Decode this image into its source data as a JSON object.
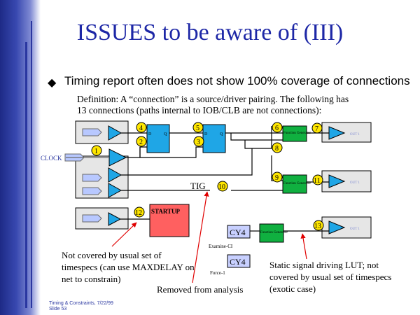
{
  "slide": {
    "title": "ISSUES to be aware of (III)",
    "bullet": "Timing report often does not show 100% coverage of connections",
    "definition": "Definition: A “connection” is a source/driver pairing. The following has 13 connections (paths internal to IOB/CLB are not connections):"
  },
  "diagram": {
    "clock_label": "CLOCK",
    "tig_label": "TIG",
    "startup_label": "STARTUP",
    "cy4_label": "CY4",
    "examine_label": "Examine-CI",
    "force_label": "Force-1",
    "fg_label": "Function Generator",
    "ff_d": "D",
    "ff_q": "Q",
    "numbers": [
      "1",
      "2",
      "3",
      "4",
      "5",
      "6",
      "7",
      "8",
      "9",
      "10",
      "11",
      "12",
      "13"
    ],
    "out_label": "OUT 1"
  },
  "notes": {
    "not_covered": "Not covered by usual set of timespecs (can use MAXDELAY on net to constrain)",
    "removed": "Removed from analysis",
    "static_signal": "Static signal driving LUT; not covered by usual set of timespecs (exotic case)"
  },
  "footer": {
    "line1": "Timing & Constraints, 7/22/99",
    "line2": "Slide 53"
  },
  "colors": {
    "title": "#1d27a6",
    "iob_fill": "#e6e6e6",
    "buffer_fill": "#1fa6e6",
    "number_fill": "#ffe600",
    "fg_fill": "#10b040",
    "startup_fill": "#ff6060",
    "cy4_fill": "#c8d0ff",
    "arrow_red": "#e00000"
  }
}
